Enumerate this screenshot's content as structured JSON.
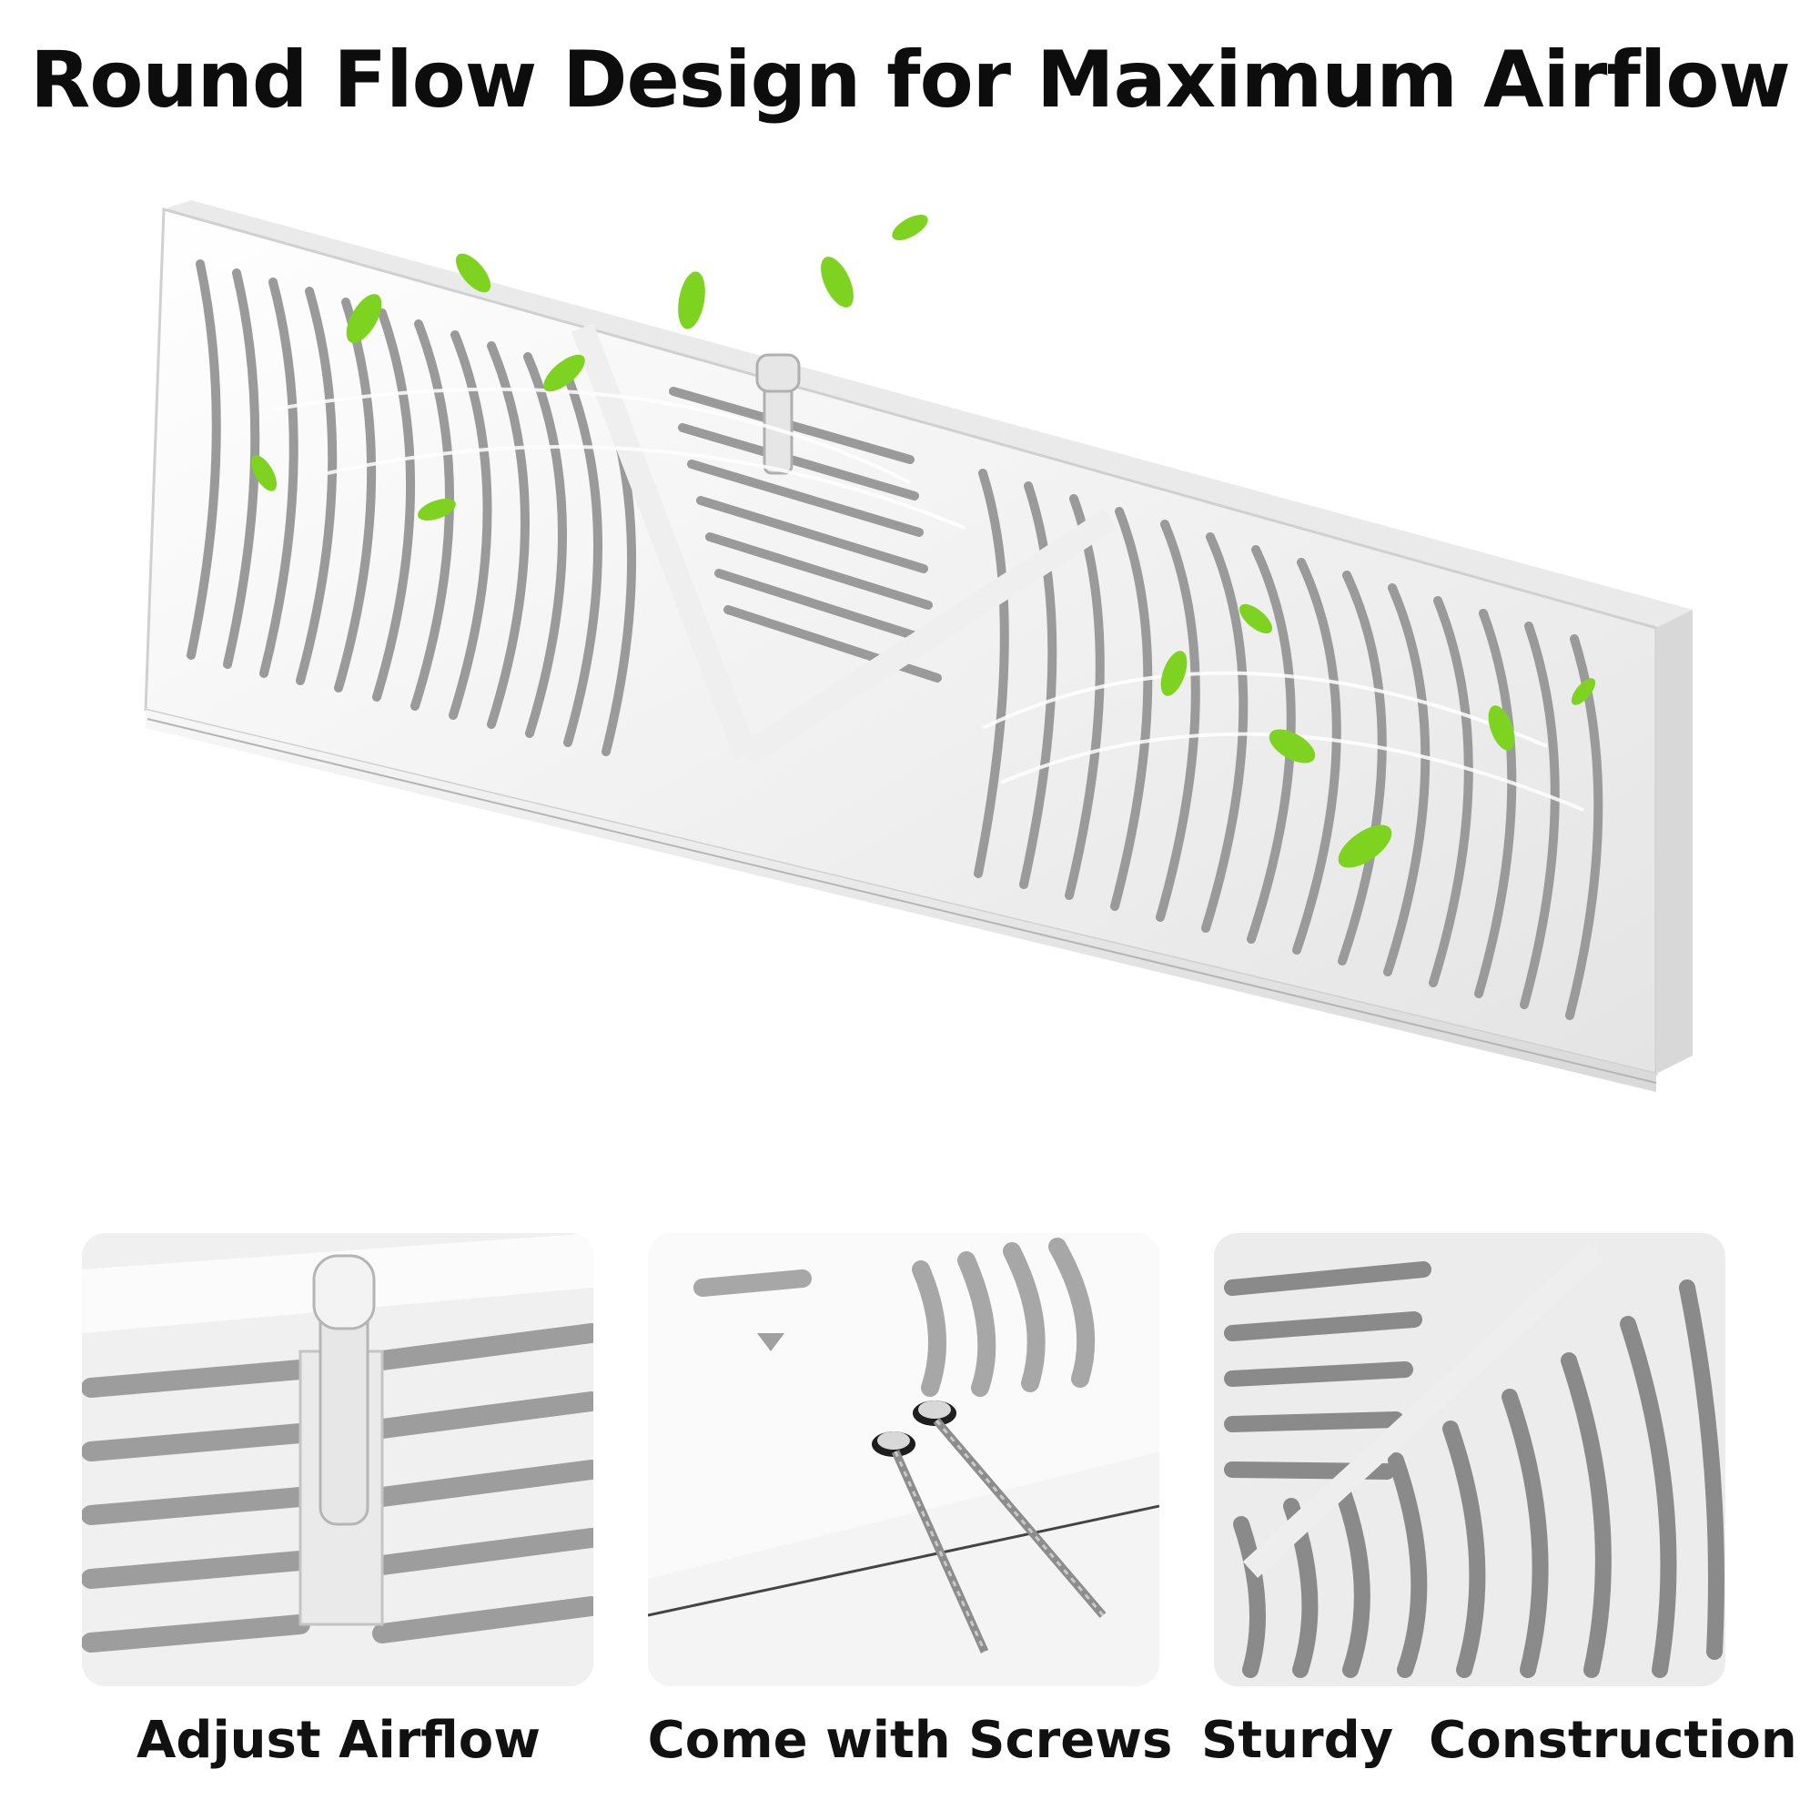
{
  "headline": "Round Flow Design for Maximum Airflow",
  "features": [
    {
      "label": "Adjust Airflow",
      "icon": "damper-lever-icon"
    },
    {
      "label": "Come with Screws",
      "icon": "screws-icon"
    },
    {
      "label": "Sturdy  Construction",
      "icon": "curved-louvers-icon"
    }
  ],
  "colors": {
    "vent_white": "#f4f4f4",
    "slot_gray": "#8e8e8e",
    "leaf_green": "#7ed321",
    "text": "#111111"
  }
}
